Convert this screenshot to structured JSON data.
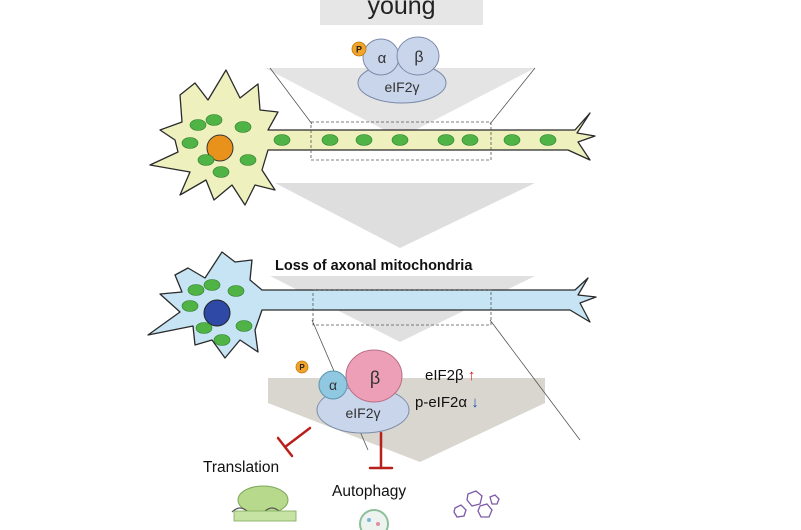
{
  "header": {
    "title": "young"
  },
  "top_complex": {
    "phospho": "P",
    "alpha": "α",
    "beta": "β",
    "gamma": "eIF2γ"
  },
  "middle": {
    "caption": "Loss of axonal mitochondria"
  },
  "bottom_complex": {
    "phospho": "P",
    "alpha": "α",
    "beta": "β",
    "gamma": "eIF2γ"
  },
  "indicators": {
    "beta_label": "eIF2β",
    "beta_arrow": "↑",
    "alpha_label": "p-eIF2α",
    "alpha_arrow": "↓"
  },
  "outcomes": {
    "translation": "Translation",
    "autophagy": "Autophagy"
  },
  "colors": {
    "young_neuron": "#eef1be",
    "aged_neuron": "#c6e4f3",
    "mitochondria": "#4fb345",
    "young_nucleus": "#e8921c",
    "aged_nucleus": "#2f4aa6",
    "inhibition": "#b8201c",
    "beta_subunit": "#ec9fb6",
    "alpha_subunit": "#8fc8e0",
    "gamma_subunit": "#c9d5ea"
  }
}
